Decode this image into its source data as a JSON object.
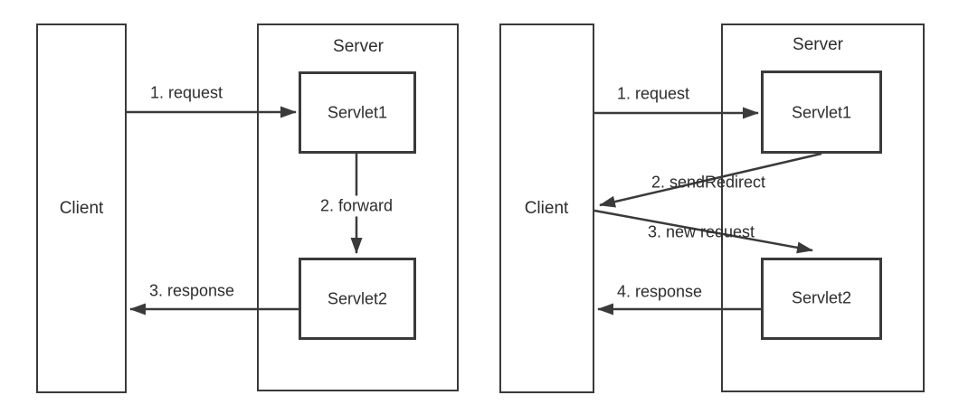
{
  "colors": {
    "line": "#3a3a3a",
    "box_border": "#3a3a3a",
    "text": "#2d2d2d",
    "background": "#ffffff"
  },
  "left_diagram": {
    "client": "Client",
    "server": "Server",
    "servlet1": "Servlet1",
    "servlet2": "Servlet2",
    "arrow1": "1. request",
    "arrow2": "2. forward",
    "arrow3": "3. response"
  },
  "right_diagram": {
    "client": "Client",
    "server": "Server",
    "servlet1": "Servlet1",
    "servlet2": "Servlet2",
    "arrow1": "1. request",
    "arrow2": "2. sendRedirect",
    "arrow3": "3. new request",
    "arrow4": "4. response"
  }
}
